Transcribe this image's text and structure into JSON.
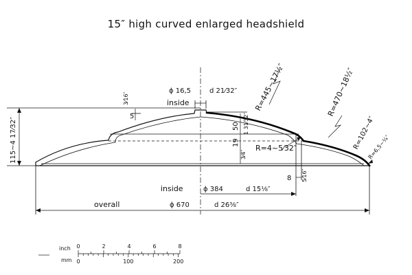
{
  "title": "15″ high curved enlarged headshield",
  "labels": {
    "phi_top_inner": "ϕ 16,5",
    "d_top_inner": "d 21⁄32″",
    "inside_top": "inside",
    "h_5": "5",
    "h_3_16": "3⁄16″",
    "r_445": "R=445~17½″",
    "r_470": "R=470~18½″",
    "r_102": "R=102~4″",
    "r_65": "R=6,5~¼″",
    "r_4": "R=4~5⁄32″",
    "h_50": "50",
    "h_1_31_32": "1 31⁄32″",
    "h_19": "19",
    "h_3_4": "3⁄4″",
    "h_115": "115~4 17⁄32″",
    "inside_bottom": "inside",
    "phi_384": "ϕ 384",
    "d_15_1_8": "d 15⅛″",
    "w_8": "8",
    "w_5_16": "5⁄16″",
    "overall": "overall",
    "phi_670": "ϕ 670",
    "d_26_3_8": "d 26⅜″"
  },
  "scale": {
    "inch_label": "inch",
    "mm_label": "mm",
    "inch_ticks": [
      "0",
      "2",
      "4",
      "6",
      "8"
    ],
    "mm_ticks": [
      "0",
      "100",
      "200"
    ]
  }
}
